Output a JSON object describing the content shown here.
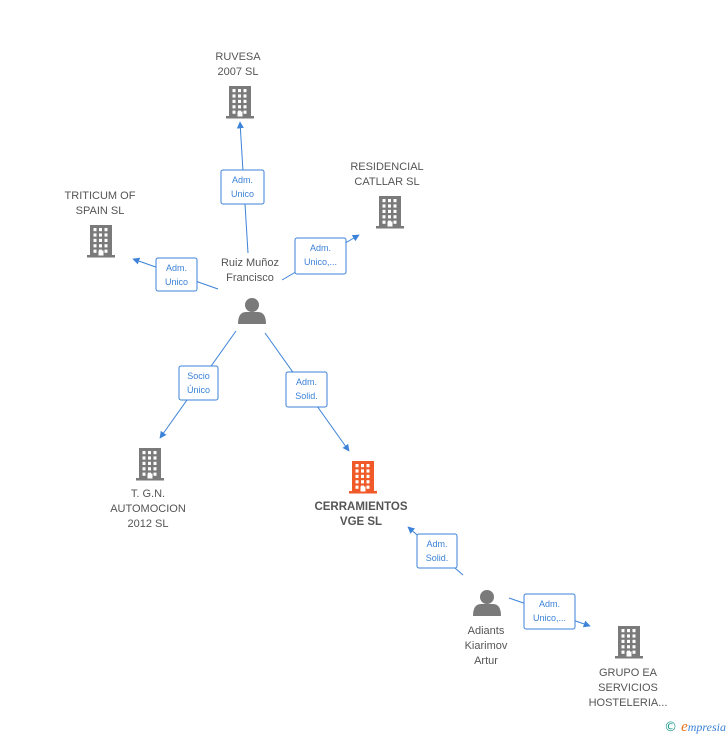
{
  "colors": {
    "edge": "#3b82d8",
    "node": "#7a7a7a",
    "highlight": "#f05a28"
  },
  "nodes": [
    {
      "id": "ruiz",
      "kind": "person",
      "label_lines": [
        "Ruiz Muñoz",
        "Francisco"
      ],
      "icon": "person-icon"
    },
    {
      "id": "ruvesa",
      "kind": "company",
      "label_lines": [
        "RUVESA",
        "2007 SL"
      ],
      "icon": "building-icon"
    },
    {
      "id": "residencial",
      "kind": "company",
      "label_lines": [
        "RESIDENCIAL",
        "CATLLAR SL"
      ],
      "icon": "building-icon"
    },
    {
      "id": "triticum",
      "kind": "company",
      "label_lines": [
        "TRITICUM OF",
        "SPAIN SL"
      ],
      "icon": "building-icon"
    },
    {
      "id": "tgn",
      "kind": "company",
      "label_lines": [
        "T. G.N.",
        "AUTOMOCION",
        "2012 SL"
      ],
      "icon": "building-icon"
    },
    {
      "id": "cerramientos",
      "kind": "company",
      "highlight": true,
      "label_lines": [
        "CERRAMIENTOS",
        "VGE  SL"
      ],
      "icon": "building-icon"
    },
    {
      "id": "adiants",
      "kind": "person",
      "label_lines": [
        "Adiants",
        "Kiarimov",
        "Artur"
      ],
      "icon": "person-icon"
    },
    {
      "id": "grupo",
      "kind": "company",
      "label_lines": [
        "GRUPO EA",
        "SERVICIOS",
        "HOSTELERIA..."
      ],
      "icon": "building-icon"
    }
  ],
  "edges": [
    {
      "from": "ruiz",
      "to": "ruvesa",
      "label_lines": [
        "Adm.",
        "Unico"
      ]
    },
    {
      "from": "ruiz",
      "to": "residencial",
      "label_lines": [
        "Adm.",
        "Unico,..."
      ]
    },
    {
      "from": "ruiz",
      "to": "triticum",
      "label_lines": [
        "Adm.",
        "Unico"
      ]
    },
    {
      "from": "ruiz",
      "to": "tgn",
      "label_lines": [
        "Socio",
        "Único"
      ]
    },
    {
      "from": "ruiz",
      "to": "cerramientos",
      "label_lines": [
        "Adm.",
        "Solid."
      ]
    },
    {
      "from": "adiants",
      "to": "cerramientos",
      "label_lines": [
        "Adm.",
        "Solid."
      ]
    },
    {
      "from": "adiants",
      "to": "grupo",
      "label_lines": [
        "Adm.",
        "Unico,..."
      ]
    }
  ],
  "footer": {
    "copyright_symbol": "©",
    "brand_initial": "e",
    "brand_rest": "mpresia"
  }
}
